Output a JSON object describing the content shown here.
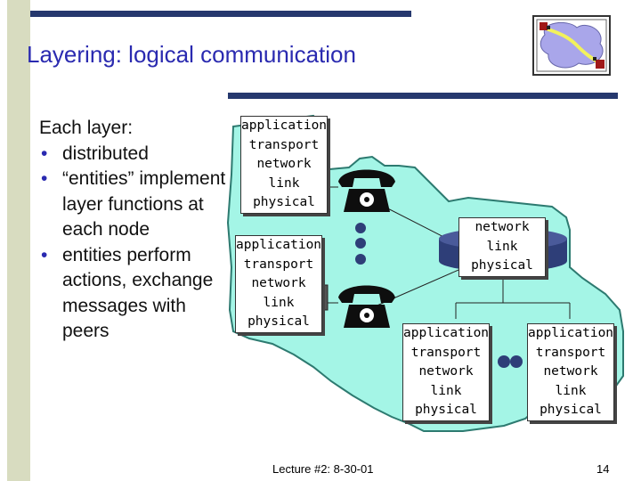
{
  "slide": {
    "title": "Layering: logical communication",
    "bullets_heading": "Each layer:",
    "bullets": [
      "distributed",
      "“entities” implement layer functions at each node",
      "entities perform actions, exchange messages with peers"
    ],
    "footer": "Lecture #2: 8-30-01",
    "page_number": "14"
  },
  "stacks": [
    {
      "id": "host-top",
      "layers": [
        "application",
        "transport",
        "network",
        "link",
        "physical"
      ]
    },
    {
      "id": "host-mid",
      "layers": [
        "application",
        "transport",
        "network",
        "link",
        "physical"
      ]
    },
    {
      "id": "router",
      "layers": [
        "network",
        "link",
        "physical"
      ]
    },
    {
      "id": "host-bl",
      "layers": [
        "application",
        "transport",
        "network",
        "link",
        "physical"
      ]
    },
    {
      "id": "host-br",
      "layers": [
        "application",
        "transport",
        "network",
        "link",
        "physical"
      ]
    }
  ],
  "colors": {
    "title": "#2a2ab0",
    "cloud": "#a4f5e6",
    "bar": "#26386e",
    "side_bar": "#d8dcc0",
    "device": "#2e3e78"
  }
}
